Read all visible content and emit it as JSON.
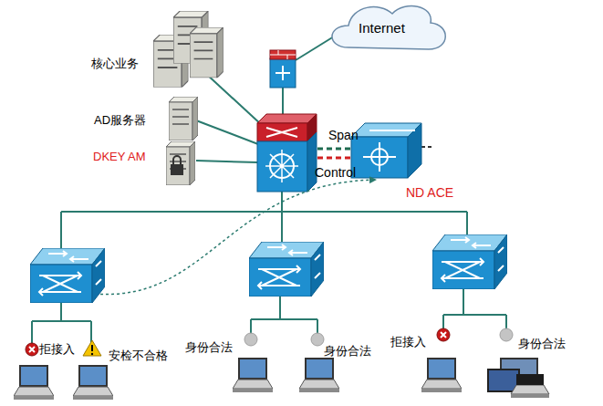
{
  "diagram": {
    "nodes": [
      {
        "text": [
          "Internet"
        ]
      },
      {
        "text": [
          "核心业务"
        ]
      },
      {
        "text": [
          "AD服务器"
        ]
      },
      {
        "text": [
          "DKEY AM"
        ]
      },
      {
        "text": [
          "ND ACE"
        ]
      },
      {
        "text": [
          "拒接入"
        ]
      },
      {
        "text": [
          "安检不合格"
        ]
      },
      {
        "text": [
          "身份合法"
        ]
      },
      {
        "text": [
          "身份合法"
        ]
      },
      {
        "text": [
          "拒接入"
        ]
      },
      {
        "text": [
          "身份合法"
        ]
      }
    ],
    "labels": [
      "Span",
      "Control"
    ]
  }
}
